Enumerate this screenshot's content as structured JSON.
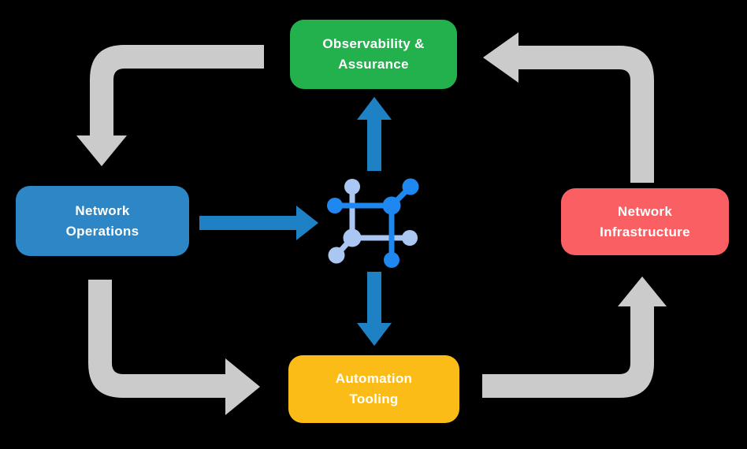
{
  "colors": {
    "background": "#000000",
    "arrow_gray": "#CBCBCB",
    "arrow_blue": "#1E81C4",
    "icon_dark": "#1E87F0",
    "icon_light": "#A9C7F2",
    "node_text": "#FFFFFF",
    "observability_green": "#23B14D",
    "operations_blue": "#2D87C7",
    "infrastructure_red": "#FA5F63",
    "automation_yellow": "#FBBC17"
  },
  "nodes": {
    "observability": {
      "line1": "Observability &",
      "line2": "Assurance"
    },
    "operations": {
      "line1": "Network",
      "line2": "Operations"
    },
    "infrastructure": {
      "line1": "Network",
      "line2": "Infrastructure"
    },
    "automation": {
      "line1": "Automation",
      "line2": "Tooling"
    }
  },
  "icon": {
    "name": "network-automation-icon"
  },
  "flows": [
    {
      "from": "Observability & Assurance",
      "to": "Network Operations",
      "style": "gray-elbow"
    },
    {
      "from": "Network Operations",
      "to": "Automation Tooling",
      "style": "gray-elbow"
    },
    {
      "from": "Automation Tooling",
      "to": "Network Infrastructure",
      "style": "gray-elbow"
    },
    {
      "from": "Network Infrastructure",
      "to": "Observability & Assurance",
      "style": "gray-elbow"
    },
    {
      "from": "Network Operations",
      "to": "center-icon",
      "style": "blue-straight"
    },
    {
      "from": "center-icon",
      "to": "Observability & Assurance",
      "style": "blue-straight"
    },
    {
      "from": "center-icon",
      "to": "Automation Tooling",
      "style": "blue-straight"
    }
  ]
}
